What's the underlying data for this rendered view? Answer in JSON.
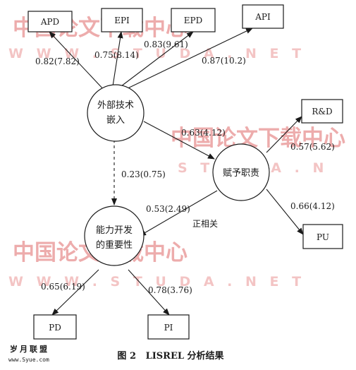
{
  "watermarks": {
    "cn": "中国论文下载中心",
    "url_1": "W W W . S T U D A . N E T",
    "url_2": "S T U D A . N",
    "url_3": "W W W . S T U D A . N E T"
  },
  "indicators_top": {
    "apd": "APD",
    "epi": "EPI",
    "epd": "EPD",
    "api": "API"
  },
  "indicators_right": {
    "rd": "R&D",
    "pu": "PU"
  },
  "indicators_bottom": {
    "pd": "PD",
    "pi": "PI"
  },
  "latent": {
    "external_line1": "外部技术",
    "external_line2": "嵌入",
    "empower": "赋予职责",
    "capability_line1": "能力开发",
    "capability_line2": "的重要性"
  },
  "path_labels": {
    "apd": "0.82(7.82)",
    "epi": "0.75(8.14)",
    "epd": "0.83(9.61)",
    "api": "0.87(10.2)",
    "ext_empower": "0.63(4.12)",
    "ext_capability": "0.23(0.75)",
    "empower_capability": "0.53(2.49)",
    "positive_corr": "正相关",
    "rd": "0.57(5.62)",
    "pu": "0.66(4.12)",
    "pd": "0.65(6.19)",
    "pi": "0.78(3.76)"
  },
  "caption": "图 2   LISREL 分析结果",
  "logo": {
    "name": "岁月联盟",
    "url": "www.Syue.com"
  }
}
